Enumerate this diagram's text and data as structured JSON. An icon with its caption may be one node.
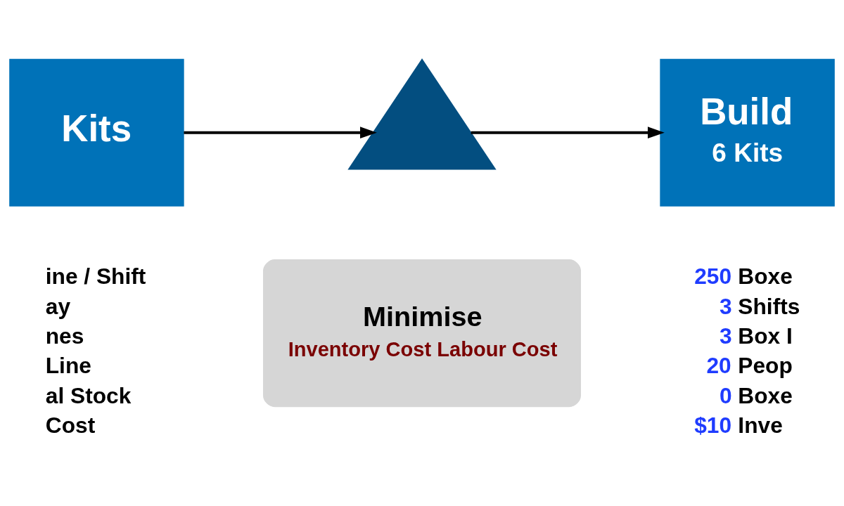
{
  "diagram": {
    "nodes": [
      {
        "text": [
          "Kits"
        ]
      },
      {
        "text": [],
        "shape": "triangle"
      },
      {
        "text": [
          "Build",
          "6 Kits"
        ]
      },
      {
        "text": [
          "Minimise",
          "Inventory Cost Labour Cost"
        ]
      }
    ],
    "edges": [
      {
        "from": 0,
        "to": 1,
        "arrow": "to"
      },
      {
        "from": 1,
        "to": 2,
        "arrow": "to"
      }
    ],
    "labels": [
      "ine / Shift",
      "ay",
      "nes",
      "Line",
      "al Stock",
      "Cost",
      "250",
      "Boxe",
      "3",
      "Shifts",
      "3",
      "Box I",
      "20",
      "Peop",
      "0",
      "Boxe",
      "$10",
      "Inve"
    ]
  }
}
